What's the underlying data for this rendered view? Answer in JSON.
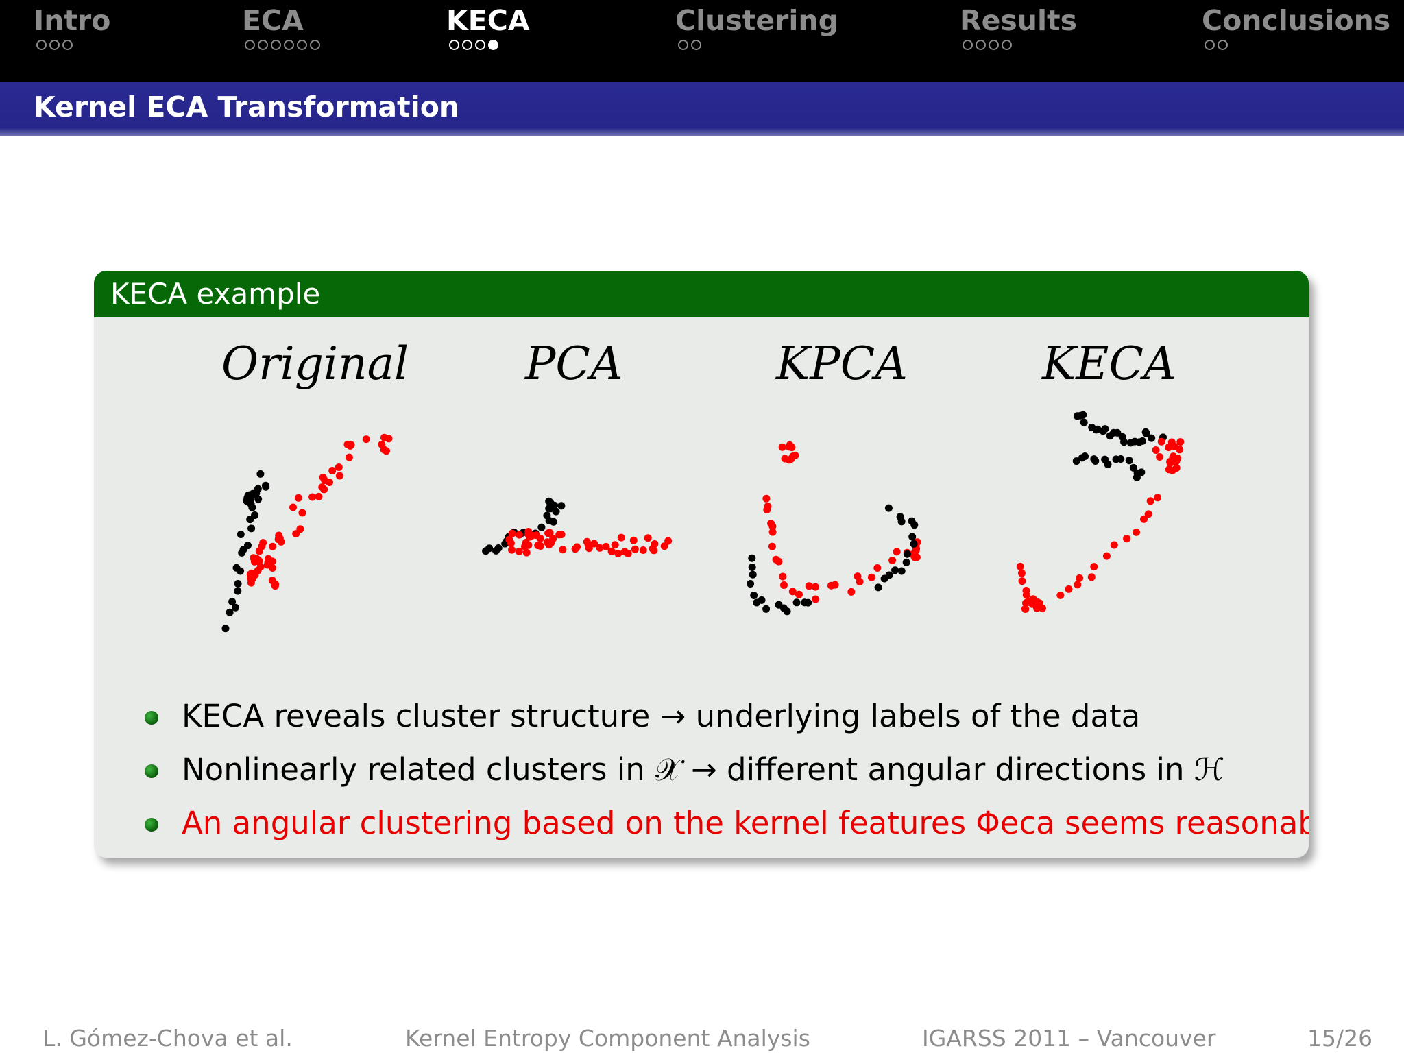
{
  "nav": {
    "sections": [
      {
        "label": "Intro",
        "dots": 3,
        "filled": -1,
        "active": false
      },
      {
        "label": "ECA",
        "dots": 6,
        "filled": -1,
        "active": false
      },
      {
        "label": "KECA",
        "dots": 4,
        "filled": 3,
        "active": true
      },
      {
        "label": "Clustering",
        "dots": 2,
        "filled": -1,
        "active": false
      },
      {
        "label": "Results",
        "dots": 4,
        "filled": -1,
        "active": false
      },
      {
        "label": "Conclusions",
        "dots": 2,
        "filled": -1,
        "active": false
      }
    ]
  },
  "frame": {
    "title": "Kernel ECA Transformation"
  },
  "block": {
    "title": "KECA example",
    "plots": [
      {
        "title": "Original"
      },
      {
        "title": "PCA"
      },
      {
        "title": "KPCA"
      },
      {
        "title": "KECA"
      }
    ],
    "bullets": [
      {
        "text": "KECA reveals cluster structure → underlying labels of the data",
        "highlight": false
      },
      {
        "text": "Nonlinearly related clusters in 𝒳 → different angular directions in ℋ",
        "highlight": false
      },
      {
        "text": "An angular clustering based on the kernel features Φeca seems reasonable",
        "highlight": true
      }
    ]
  },
  "colors": {
    "class_a": "#000000",
    "class_b": "#ff0000",
    "header": "#25258a",
    "block_header": "#066806"
  },
  "footer": {
    "author": "L. Gómez-Chova et al.",
    "talk_title": "Kernel Entropy Component Analysis",
    "venue": "IGARSS 2011 – Vancouver",
    "page": "15/26"
  }
}
